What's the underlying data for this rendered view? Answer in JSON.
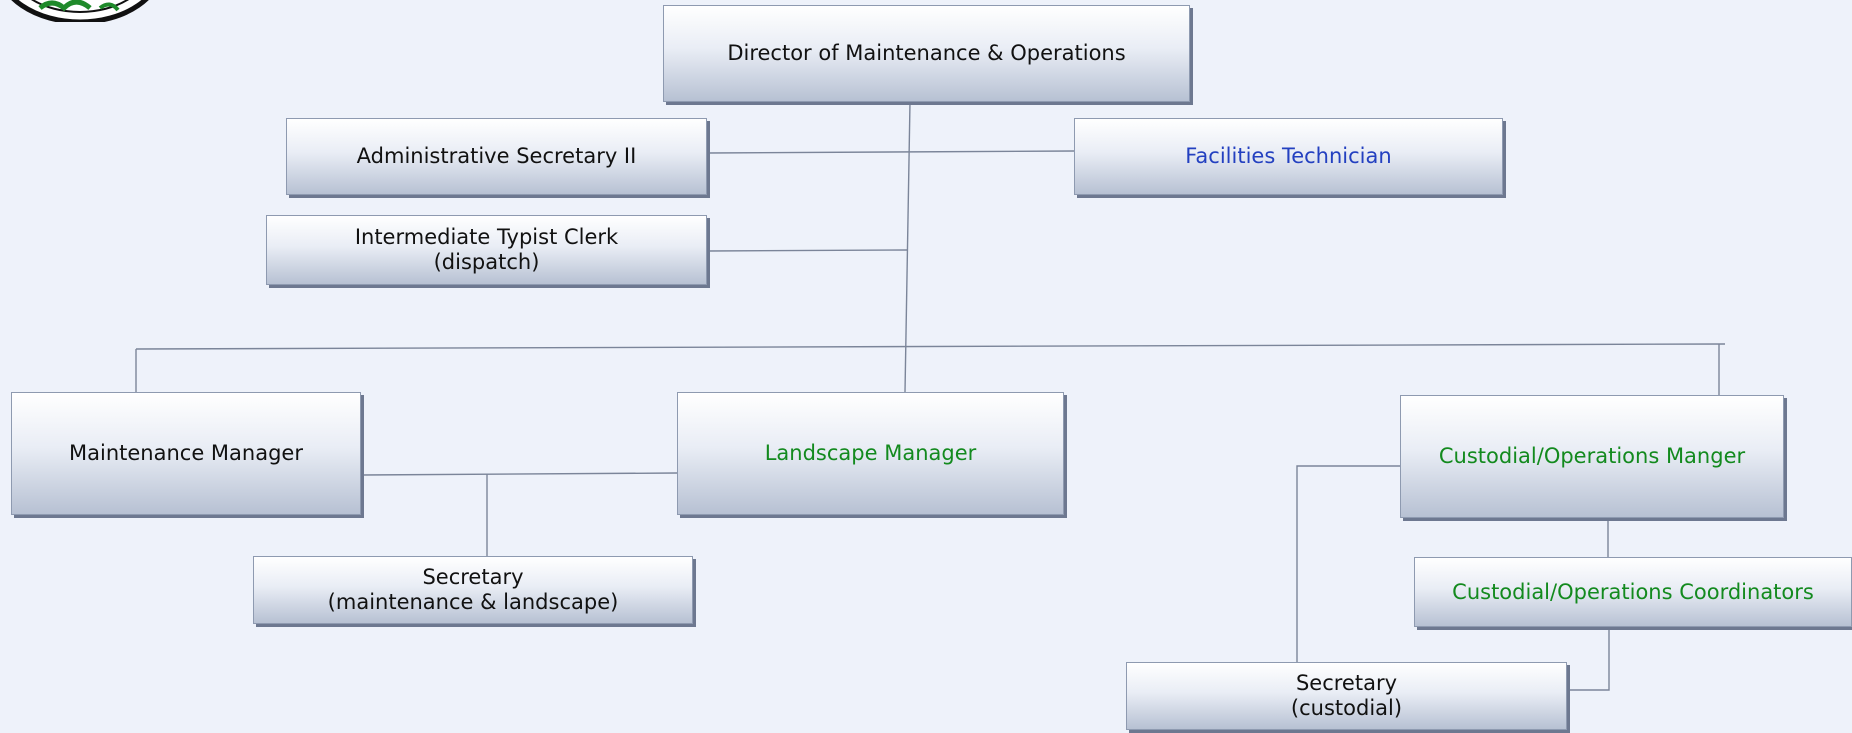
{
  "colors": {
    "black": "#111111",
    "blue": "#2340c0",
    "green": "#138a1e",
    "connector": "#7b8599"
  },
  "logo": {
    "icon": "district-seal-logo"
  },
  "boxes": {
    "director": {
      "text": "Director of Maintenance & Operations"
    },
    "admin_secretary": {
      "text": "Administrative Secretary II"
    },
    "facilities_tech": {
      "text": "Facilities Technician"
    },
    "typist_clerk": {
      "line1": "Intermediate Typist Clerk",
      "line2": "(dispatch)"
    },
    "maintenance_manager": {
      "text": "Maintenance Manager"
    },
    "landscape_manager": {
      "text": "Landscape Manager"
    },
    "custodial_manager": {
      "text": "Custodial/Operations Manger"
    },
    "secretary_ml": {
      "line1": "Secretary",
      "line2": "(maintenance & landscape)"
    },
    "custodial_coordinators": {
      "text": "Custodial/Operations Coordinators"
    },
    "secretary_custodial": {
      "line1": "Secretary",
      "line2": "(custodial)"
    }
  }
}
